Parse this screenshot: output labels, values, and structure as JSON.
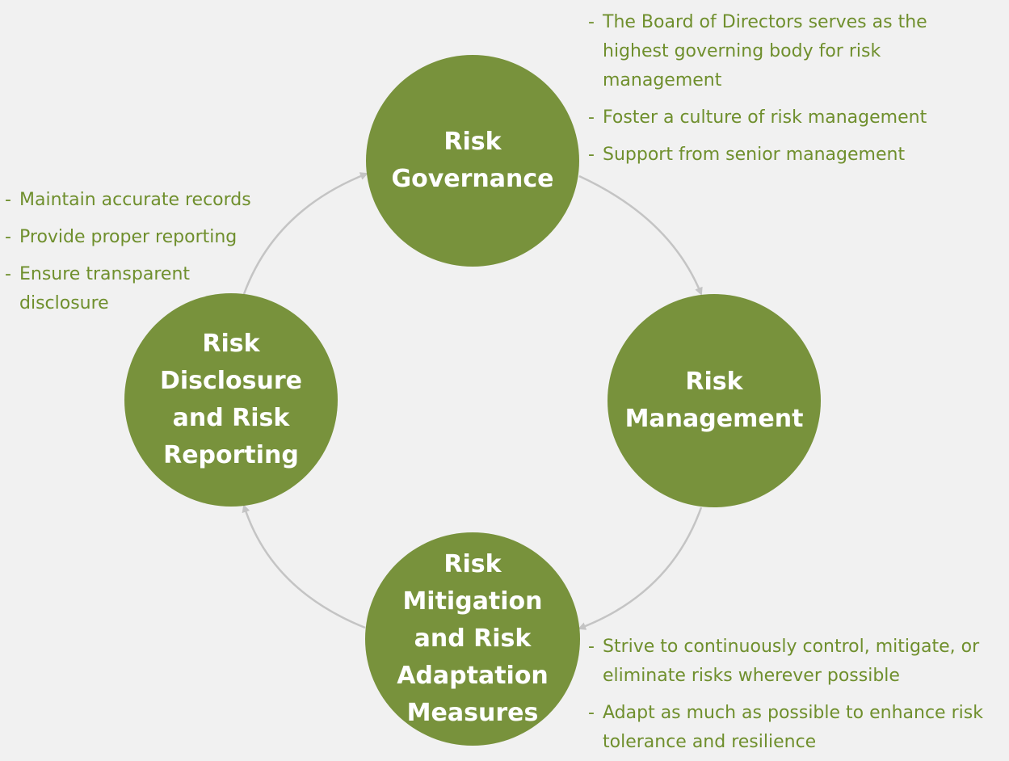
{
  "nodes": {
    "governance": {
      "lines": [
        "Risk",
        "Governance"
      ],
      "color": "#78923c"
    },
    "management": {
      "lines": [
        "Risk",
        "Management"
      ],
      "color": "#78923c"
    },
    "mitigation": {
      "lines": [
        "Risk",
        "Mitigation",
        "and Risk",
        "Adaptation",
        "Measures"
      ],
      "color": "#78923c"
    },
    "disclosure": {
      "lines": [
        "Risk",
        "Disclosure",
        "and Risk",
        "Reporting"
      ],
      "color": "#78923c"
    }
  },
  "notes": {
    "governance": [
      "The Board of Directors serves as the highest governing body for risk management",
      "Foster a culture of risk management",
      "Support from senior management"
    ],
    "disclosure": [
      "Maintain accurate records",
      "Provide proper reporting",
      "Ensure transparent disclosure"
    ],
    "mitigation": [
      "Strive to continuously control, mitigate, or eliminate risks wherever possible",
      "Adapt as much as possible to enhance risk tolerance and resilience"
    ]
  },
  "colors": {
    "node_fill": "#78923c",
    "note_text": "#6f8f2d",
    "arrow": "#c4c4c4",
    "background": "#f1f1f1"
  }
}
